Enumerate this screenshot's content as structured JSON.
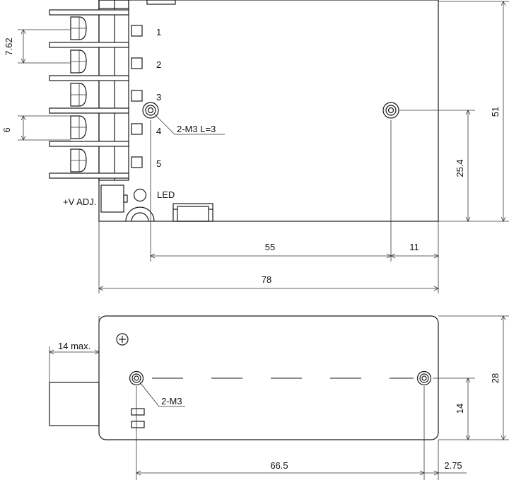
{
  "top_view": {
    "terminal_labels": [
      "1",
      "2",
      "3",
      "4",
      "5"
    ],
    "vadj_label": "+V ADJ.",
    "led_label": "LED",
    "hole_callout": "2-M3 L=3",
    "dim_pitch": "7.62",
    "dim_terminal_width": "6",
    "dim_holes_x": "55",
    "dim_hole_edge_x": "11",
    "dim_length": "78",
    "dim_hole_y": "25.4",
    "dim_height": "51"
  },
  "side_view": {
    "dim_max_protrusion": "14 max.",
    "hole_callout": "2-M3",
    "dim_hole_y": "14",
    "dim_thickness": "28",
    "dim_holes_x": "66.5",
    "dim_hole_edge_x": "2.75"
  }
}
